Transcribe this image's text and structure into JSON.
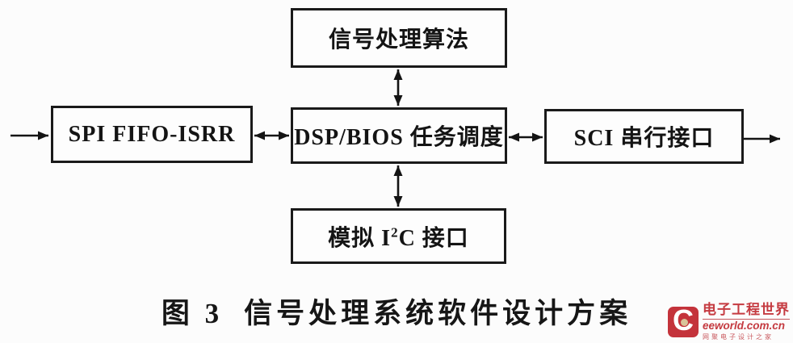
{
  "diagram": {
    "nodes": {
      "algorithm": {
        "label": "信号处理算法"
      },
      "spi": {
        "label": "SPI FIFO-ISRR"
      },
      "dsp": {
        "label": "DSP/BIOS 任务调度"
      },
      "sci": {
        "label": "SCI 串行接口"
      },
      "i2c": {
        "label_pre": "模拟 I",
        "label_sup": "2",
        "label_post": "C 接口"
      }
    },
    "connections": [
      {
        "from": "external-input",
        "to": "spi",
        "type": "single"
      },
      {
        "from": "spi",
        "to": "dsp",
        "type": "double"
      },
      {
        "from": "algorithm",
        "to": "dsp",
        "type": "double"
      },
      {
        "from": "dsp",
        "to": "i2c",
        "type": "double"
      },
      {
        "from": "dsp",
        "to": "sci",
        "type": "double"
      },
      {
        "from": "sci",
        "to": "external-output",
        "type": "single"
      }
    ]
  },
  "caption": {
    "figure_label": "图 3",
    "title": "信号处理系统软件设计方案"
  },
  "watermark": {
    "logo_letter": "C",
    "site_name": "电子工程世界",
    "site_url": "eeworld.com.cn",
    "tagline": "网聚电子设计之家",
    "brand_color": "#c4333b"
  }
}
